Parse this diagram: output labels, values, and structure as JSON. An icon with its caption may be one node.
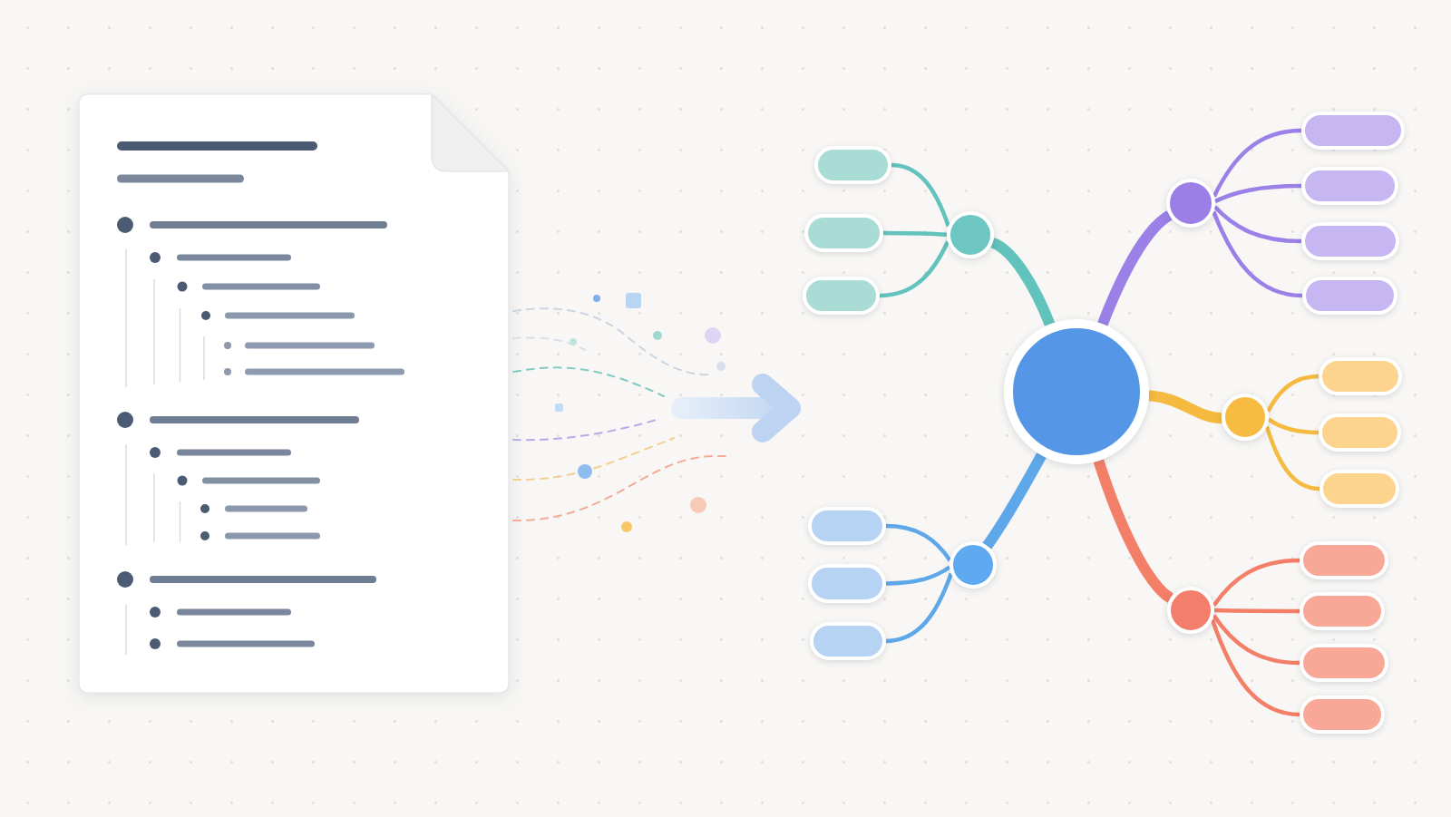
{
  "diagram": {
    "nodes": [
      {
        "text": [],
        "shape": "circle"
      },
      {
        "text": [],
        "shape": "circle"
      },
      {
        "text": [],
        "shape": "box"
      },
      {
        "text": [],
        "shape": "box"
      },
      {
        "text": [],
        "shape": "box"
      },
      {
        "text": [],
        "shape": "circle"
      },
      {
        "text": [],
        "shape": "box"
      },
      {
        "text": [],
        "shape": "box"
      },
      {
        "text": [],
        "shape": "box"
      },
      {
        "text": [],
        "shape": "circle"
      },
      {
        "text": [],
        "shape": "box"
      },
      {
        "text": [],
        "shape": "box"
      },
      {
        "text": [],
        "shape": "box"
      },
      {
        "text": [],
        "shape": "box"
      },
      {
        "text": [],
        "shape": "circle"
      },
      {
        "text": [],
        "shape": "box"
      },
      {
        "text": [],
        "shape": "box"
      },
      {
        "text": [],
        "shape": "box"
      },
      {
        "text": [],
        "shape": "circle"
      },
      {
        "text": [],
        "shape": "box"
      },
      {
        "text": [],
        "shape": "box"
      },
      {
        "text": [],
        "shape": "box"
      },
      {
        "text": [],
        "shape": "box"
      }
    ],
    "edges": [
      {
        "from": 0,
        "to": 1,
        "arrow": "none",
        "style": "thick",
        "color": "#62c2bc"
      },
      {
        "from": 1,
        "to": 2,
        "arrow": "none",
        "color": "#62c2bc"
      },
      {
        "from": 1,
        "to": 3,
        "arrow": "none",
        "color": "#62c2bc"
      },
      {
        "from": 1,
        "to": 4,
        "arrow": "none",
        "color": "#62c2bc"
      },
      {
        "from": 0,
        "to": 5,
        "arrow": "none",
        "style": "thick",
        "color": "#5ea8ea"
      },
      {
        "from": 5,
        "to": 6,
        "arrow": "none",
        "color": "#5ea8ea"
      },
      {
        "from": 5,
        "to": 7,
        "arrow": "none",
        "color": "#5ea8ea"
      },
      {
        "from": 5,
        "to": 8,
        "arrow": "none",
        "color": "#5ea8ea"
      },
      {
        "from": 0,
        "to": 9,
        "arrow": "none",
        "style": "thick",
        "color": "#9b80e8"
      },
      {
        "from": 9,
        "to": 10,
        "arrow": "none",
        "color": "#9b80e8"
      },
      {
        "from": 9,
        "to": 11,
        "arrow": "none",
        "color": "#9b80e8"
      },
      {
        "from": 9,
        "to": 12,
        "arrow": "none",
        "color": "#9b80e8"
      },
      {
        "from": 9,
        "to": 13,
        "arrow": "none",
        "color": "#9b80e8"
      },
      {
        "from": 0,
        "to": 14,
        "arrow": "none",
        "style": "thick",
        "color": "#f5ba3f"
      },
      {
        "from": 14,
        "to": 15,
        "arrow": "none",
        "color": "#f5ba3f"
      },
      {
        "from": 14,
        "to": 16,
        "arrow": "none",
        "color": "#f5ba3f"
      },
      {
        "from": 14,
        "to": 17,
        "arrow": "none",
        "color": "#f5ba3f"
      },
      {
        "from": 0,
        "to": 18,
        "arrow": "none",
        "style": "thick",
        "color": "#f47f69"
      },
      {
        "from": 18,
        "to": 19,
        "arrow": "none",
        "color": "#f47f69"
      },
      {
        "from": 18,
        "to": 20,
        "arrow": "none",
        "color": "#f47f69"
      },
      {
        "from": 18,
        "to": 21,
        "arrow": "none",
        "color": "#f47f69"
      },
      {
        "from": 18,
        "to": 22,
        "arrow": "none",
        "color": "#f47f69"
      }
    ]
  }
}
